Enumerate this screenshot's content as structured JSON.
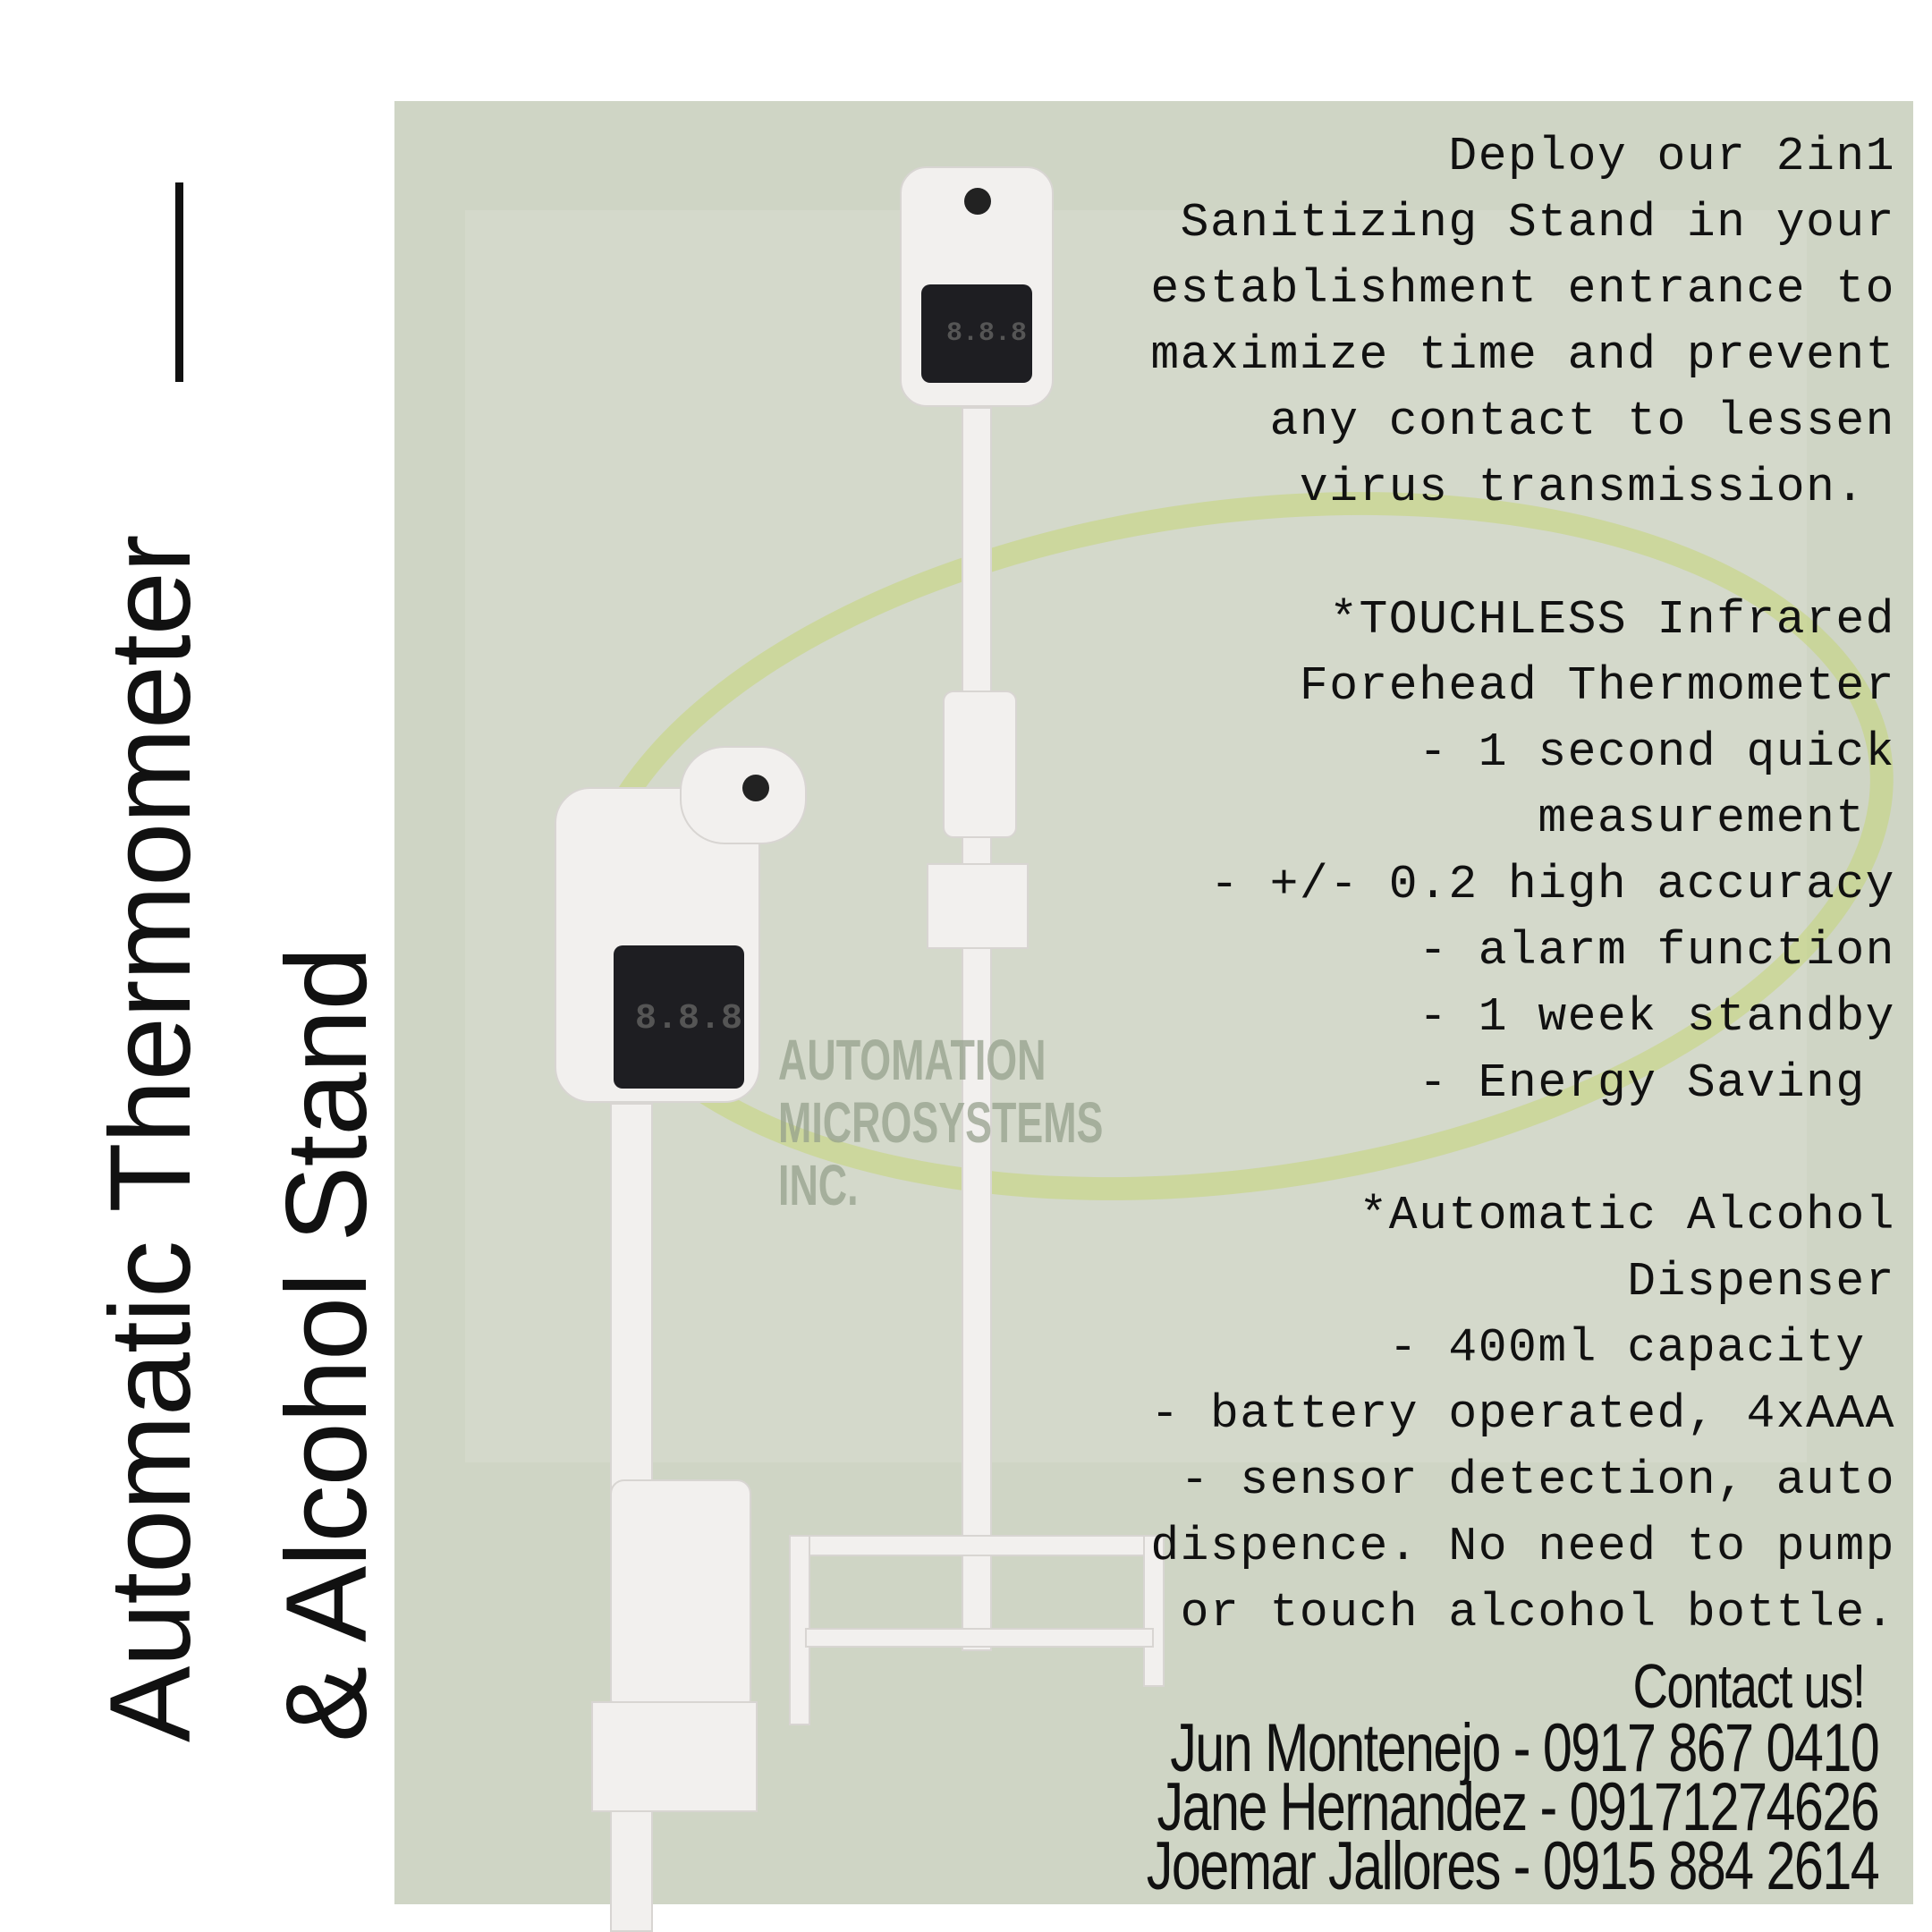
{
  "title": {
    "line1": "Automatic Thermometer",
    "line2": "& Alcohol Stand"
  },
  "description": [
    "Deploy our 2in1",
    "Sanitizing Stand in your",
    "establishment entrance to",
    "maximize time and prevent",
    "any contact to lessen",
    "virus transmission. ",
    "",
    "*TOUCHLESS Infrared",
    "Forehead Thermometer",
    "- 1 second quick",
    "measurement ",
    "- +/- 0.2 high accuracy",
    "- alarm function",
    "- 1 week standby",
    "- Energy Saving ",
    "",
    "*Automatic Alcohol",
    "Dispenser",
    "- 400ml capacity ",
    "- battery operated, 4xAAA",
    "- sensor detection, auto",
    "dispence. No need to pump",
    "or touch alcohol bottle."
  ],
  "contact": {
    "heading": "Contact us!",
    "people": [
      "Jun Montenejo - 0917 867 0410",
      "Jane Hernandez - 09171274626",
      "Joemar Jallores - 0915 884 2614"
    ]
  },
  "device": {
    "display_readout": "8.8.8"
  },
  "watermark": {
    "company": "AUTOMATION MICROSYSTEMS INC."
  },
  "colors": {
    "panel": "#cfd5c5",
    "text": "#111111",
    "logo_accent": "#c4d678"
  }
}
